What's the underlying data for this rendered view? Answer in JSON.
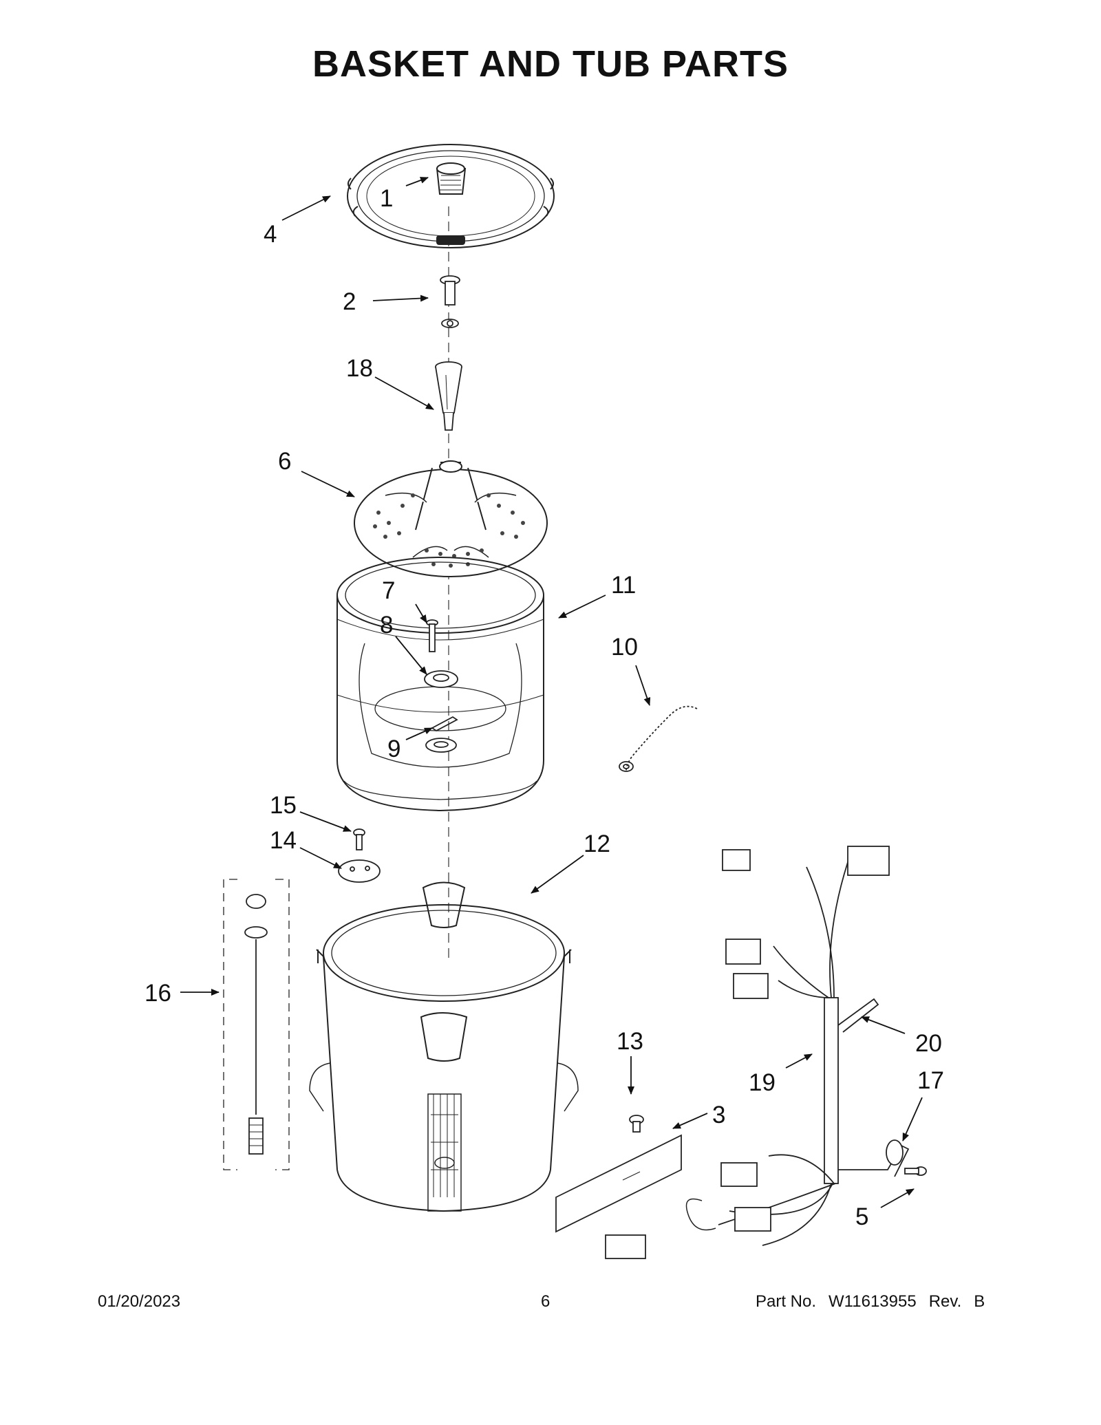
{
  "title": "BASKET AND TUB PARTS",
  "callouts": {
    "c1": "1",
    "c2": "2",
    "c3": "3",
    "c4": "4",
    "c5": "5",
    "c6": "6",
    "c7": "7",
    "c8": "8",
    "c9": "9",
    "c10": "10",
    "c11": "11",
    "c12": "12",
    "c13": "13",
    "c14": "14",
    "c15": "15",
    "c16": "16",
    "c17": "17",
    "c18": "18",
    "c19": "19",
    "c20": "20"
  },
  "footer": {
    "date": "01/20/2023",
    "page": "6",
    "part_label": "Part No.",
    "part_number": "W11613955",
    "rev_label": "Rev.",
    "rev": "B"
  }
}
